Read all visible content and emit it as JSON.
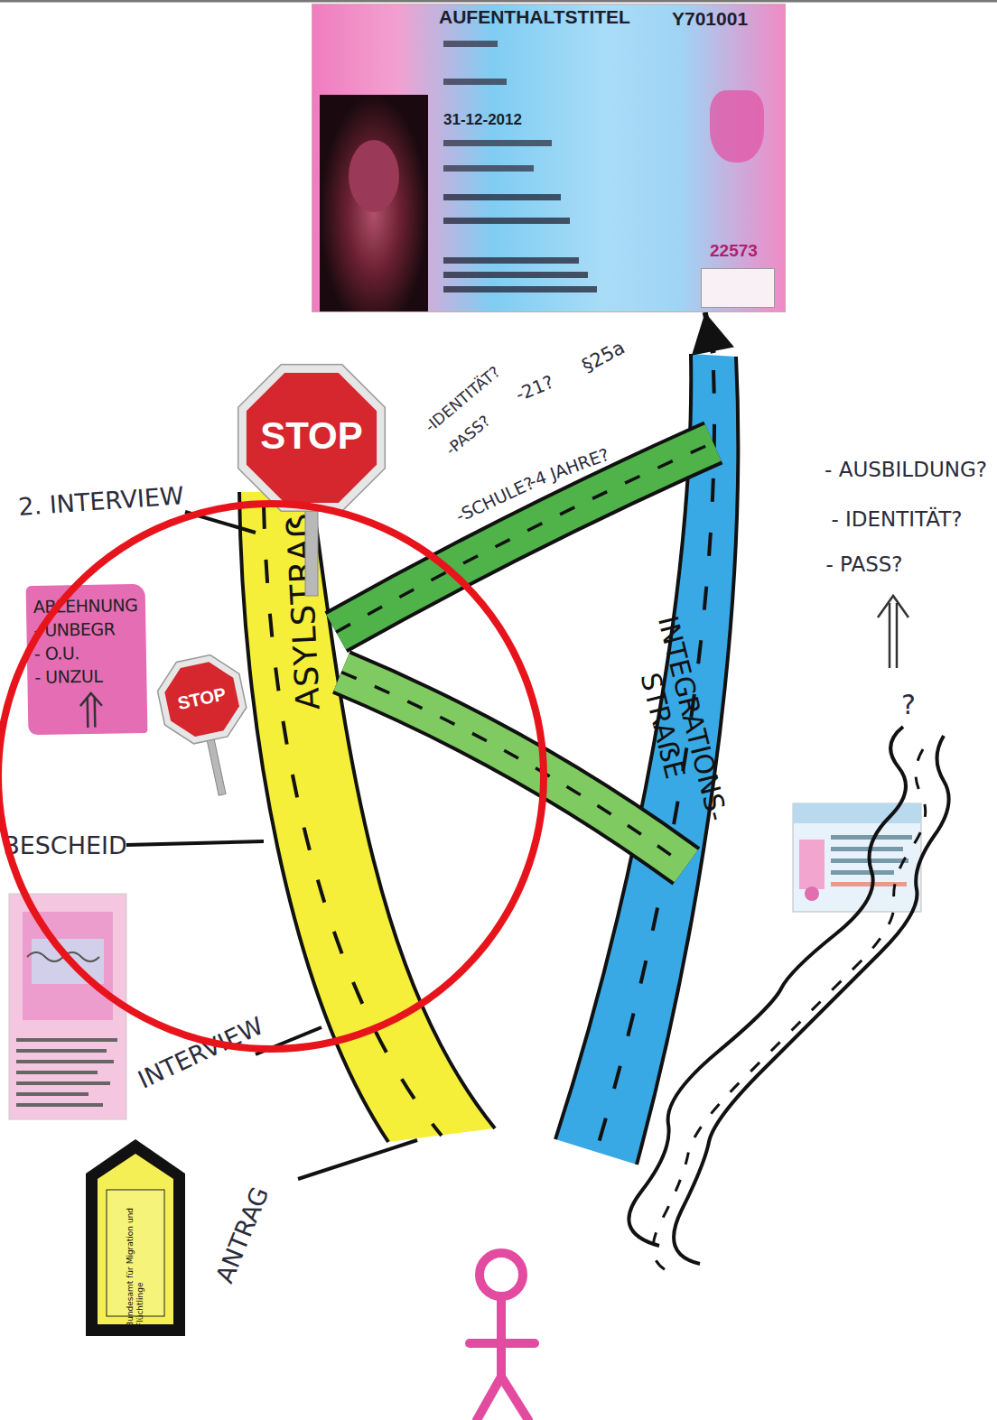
{
  "diagram": {
    "nodes": [
      {
        "text": [
          "AUFENTHALTSTITEL",
          "Y701001",
          "31-12-2012",
          "22573"
        ]
      },
      {
        "text": [
          "STOP"
        ]
      },
      {
        "text": [
          "ABLEHNUNG",
          "- UNBEGR",
          "- O.U.",
          "- UNZUL"
        ]
      },
      {
        "text": [
          "STOP"
        ]
      },
      {
        "text": [
          "ASYLSTRAẞE"
        ]
      },
      {
        "text": [
          "INTEGRATIONS- STRAẞE"
        ]
      }
    ],
    "edges": [
      {
        "from": 4,
        "to": 5,
        "arrow": "none"
      },
      {
        "from": 4,
        "to": 5,
        "arrow": "none"
      },
      {
        "from": 5,
        "to": 0,
        "arrow": "to"
      }
    ],
    "labels": [
      "2. INTERVIEW",
      "-IDENTITÄT?",
      "-PASS?",
      "-21?",
      "§25a",
      "-SCHULE?",
      "-4 JAHRE?",
      "- AUSBILDUNG?",
      "- IDENTITÄT?",
      "- PASS?",
      "BESCHEID",
      "INTERVIEW",
      "ANTRAG",
      "?",
      "Bundesamt für Migration und Flüchtlinge"
    ]
  }
}
